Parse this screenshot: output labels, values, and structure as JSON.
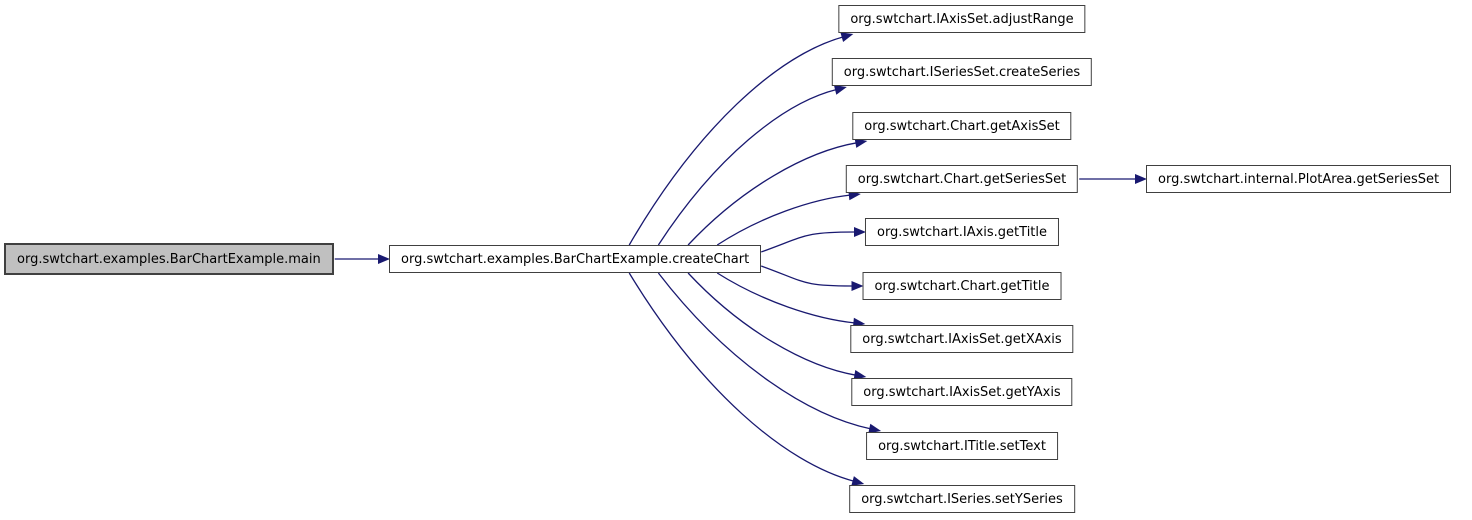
{
  "diagram": {
    "kind": "call-graph",
    "colors": {
      "edge": "#191970",
      "node_border": "#404040",
      "node_fill": "#ffffff",
      "highlight_fill": "#c0c0c0",
      "background": "#ffffff"
    },
    "nodes": [
      {
        "id": "main",
        "label": "org.swtchart.examples.BarChartExample.main",
        "highlighted": true
      },
      {
        "id": "createChart",
        "label": "org.swtchart.examples.BarChartExample.createChart",
        "highlighted": false
      },
      {
        "id": "adjustRange",
        "label": "org.swtchart.IAxisSet.adjustRange",
        "highlighted": false
      },
      {
        "id": "createSeries",
        "label": "org.swtchart.ISeriesSet.createSeries",
        "highlighted": false
      },
      {
        "id": "getAxisSet",
        "label": "org.swtchart.Chart.getAxisSet",
        "highlighted": false
      },
      {
        "id": "getSeriesSet",
        "label": "org.swtchart.Chart.getSeriesSet",
        "highlighted": false
      },
      {
        "id": "iaxisGetTitle",
        "label": "org.swtchart.IAxis.getTitle",
        "highlighted": false
      },
      {
        "id": "chartGetTitle",
        "label": "org.swtchart.Chart.getTitle",
        "highlighted": false
      },
      {
        "id": "getXAxis",
        "label": "org.swtchart.IAxisSet.getXAxis",
        "highlighted": false
      },
      {
        "id": "getYAxis",
        "label": "org.swtchart.IAxisSet.getYAxis",
        "highlighted": false
      },
      {
        "id": "setText",
        "label": "org.swtchart.ITitle.setText",
        "highlighted": false
      },
      {
        "id": "setYSeries",
        "label": "org.swtchart.ISeries.setYSeries",
        "highlighted": false
      },
      {
        "id": "plotAreaGetSeriesSet",
        "label": "org.swtchart.internal.PlotArea.getSeriesSet",
        "highlighted": false
      }
    ],
    "edges": [
      {
        "from": "main",
        "to": "createChart"
      },
      {
        "from": "createChart",
        "to": "adjustRange"
      },
      {
        "from": "createChart",
        "to": "createSeries"
      },
      {
        "from": "createChart",
        "to": "getAxisSet"
      },
      {
        "from": "createChart",
        "to": "getSeriesSet"
      },
      {
        "from": "createChart",
        "to": "iaxisGetTitle"
      },
      {
        "from": "createChart",
        "to": "chartGetTitle"
      },
      {
        "from": "createChart",
        "to": "getXAxis"
      },
      {
        "from": "createChart",
        "to": "getYAxis"
      },
      {
        "from": "createChart",
        "to": "setText"
      },
      {
        "from": "createChart",
        "to": "setYSeries"
      },
      {
        "from": "getSeriesSet",
        "to": "plotAreaGetSeriesSet"
      }
    ]
  }
}
